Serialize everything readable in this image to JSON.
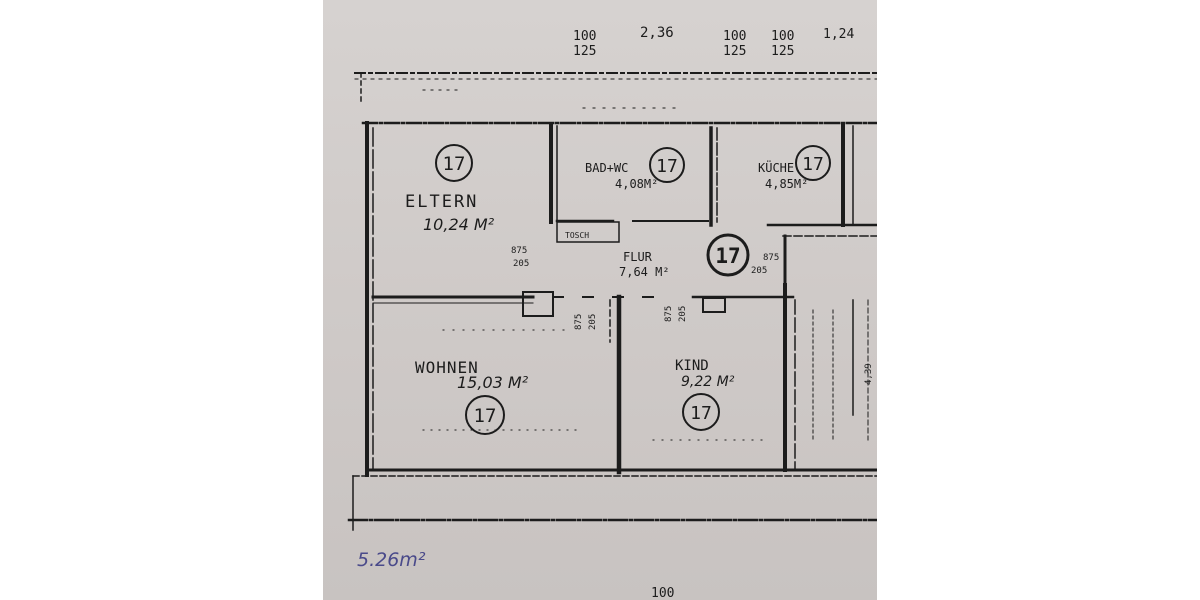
{
  "rooms": [
    {
      "name": "ELTERN",
      "area": "10,24 M²",
      "number": "17"
    },
    {
      "name": "BAD+WC",
      "area": "4,08M²",
      "number": "17"
    },
    {
      "name": "KÜCHE",
      "area": "4,85M²",
      "number": "17"
    },
    {
      "name": "FLUR",
      "area": "7,64 M²",
      "number": "17"
    },
    {
      "name": "WOHNEN",
      "area": "15,03 M²",
      "number": "17"
    },
    {
      "name": "KIND",
      "area": "9,22 M²",
      "number": "17"
    }
  ],
  "top_dimensions": [
    {
      "upper": "100",
      "lower": "125"
    },
    {
      "upper": "2,36",
      "lower": ""
    },
    {
      "upper": "100",
      "lower": "125"
    },
    {
      "upper": "100",
      "lower": "125"
    },
    {
      "upper": "1,24",
      "lower": ""
    }
  ],
  "door_dimensions": [
    {
      "upper": "875",
      "lower": "205"
    },
    {
      "upper": "875",
      "lower": "205"
    },
    {
      "upper": "875",
      "lower": "205"
    },
    {
      "upper": "875",
      "lower": "205"
    }
  ],
  "labels": {
    "shower": "TOSCH",
    "side_dim": "4,39",
    "bottom_dim": "100",
    "handwritten_note": "5.26m²"
  }
}
